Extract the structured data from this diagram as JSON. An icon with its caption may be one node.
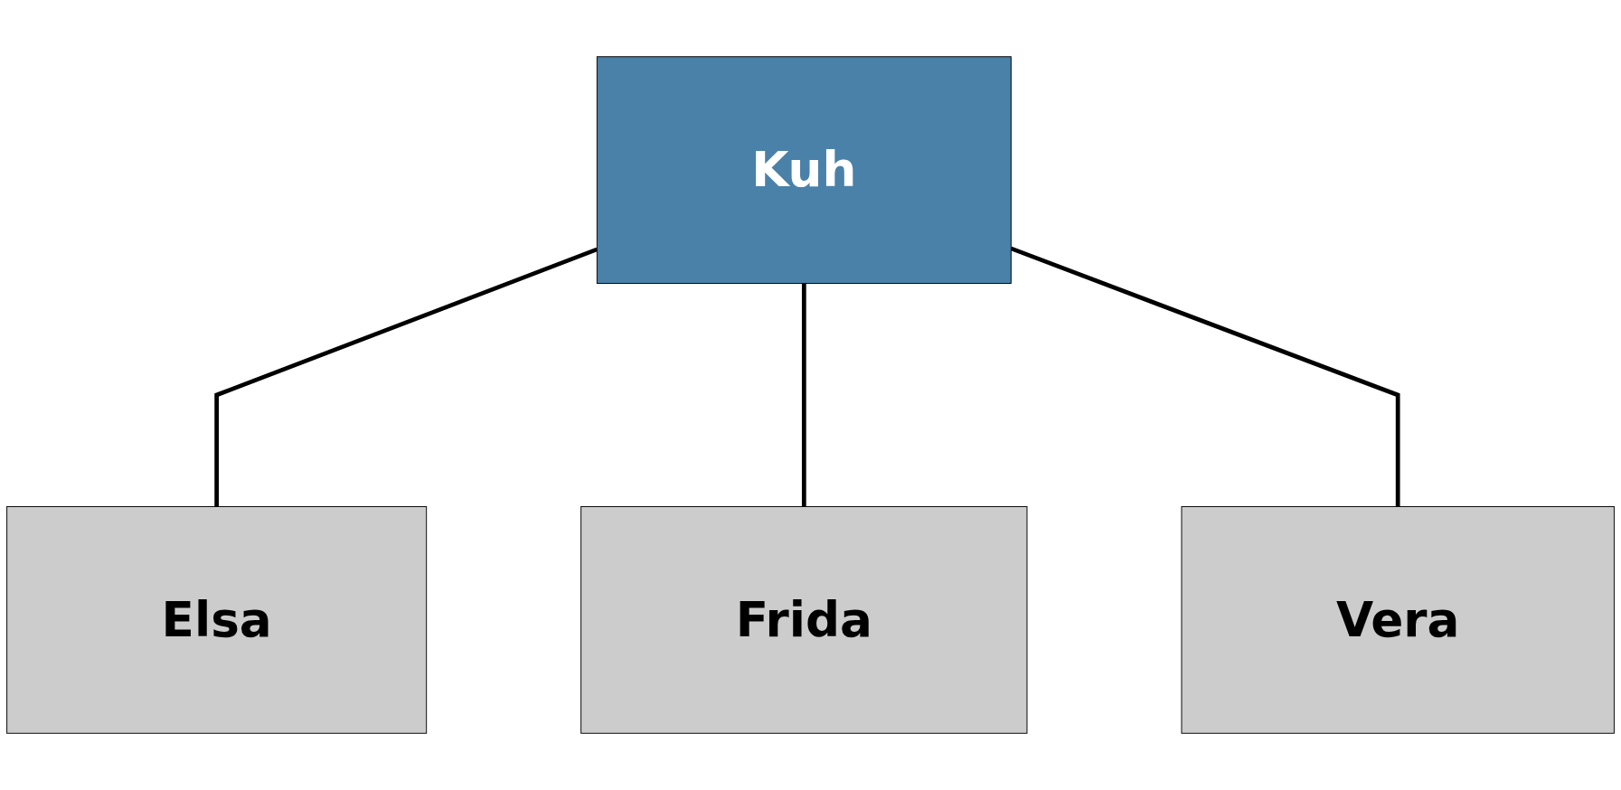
{
  "diagram": {
    "nodes": [
      {
        "text": [
          "Kuh"
        ]
      },
      {
        "text": [
          "Elsa"
        ]
      },
      {
        "text": [
          "Frida"
        ]
      },
      {
        "text": [
          "Vera"
        ]
      }
    ],
    "edges": [
      {
        "from": 0,
        "to": 1,
        "arrow": "none"
      },
      {
        "from": 0,
        "to": 2,
        "arrow": "none"
      },
      {
        "from": 0,
        "to": 3,
        "arrow": "none"
      }
    ]
  }
}
